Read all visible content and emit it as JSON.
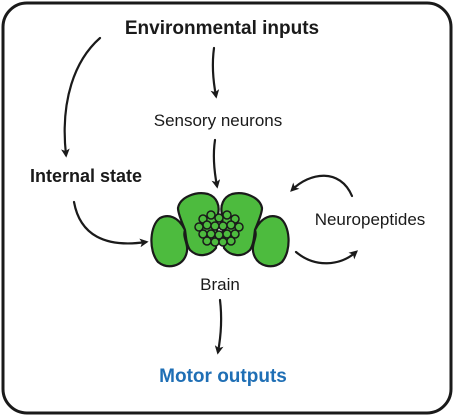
{
  "diagram": {
    "nodes": {
      "environmental_inputs": "Environmental inputs",
      "sensory_neurons": "Sensory neurons",
      "internal_state": "Internal state",
      "neuropeptides": "Neuropeptides",
      "brain": "Brain",
      "motor_outputs": "Motor outputs"
    },
    "colors": {
      "brain_fill": "#4dbb3e",
      "motor_outputs_text": "#1f6fb5",
      "stroke": "#1a1a1a"
    },
    "edges": [
      {
        "from": "Environmental inputs",
        "to": "Sensory neurons"
      },
      {
        "from": "Environmental inputs",
        "to": "Internal state"
      },
      {
        "from": "Sensory neurons",
        "to": "Brain"
      },
      {
        "from": "Internal state",
        "to": "Brain"
      },
      {
        "from": "Brain",
        "to": "Neuropeptides"
      },
      {
        "from": "Neuropeptides",
        "to": "Brain"
      },
      {
        "from": "Brain",
        "to": "Motor outputs"
      }
    ]
  }
}
